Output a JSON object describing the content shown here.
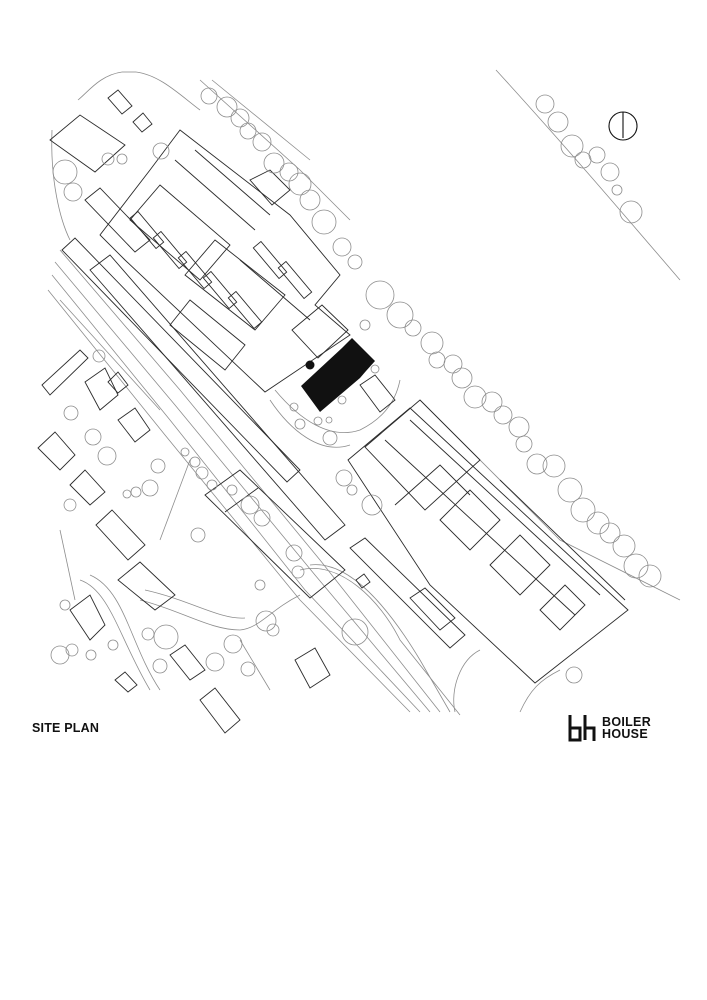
{
  "caption": "SITE PLAN",
  "brand": {
    "line1": "BOILER",
    "line2": "HOUSE",
    "logo_icon": "bh-monogram-icon"
  },
  "colors": {
    "line": "#8a8a8a",
    "building_line": "#2b2b2b",
    "highlight_fill": "#111111",
    "background": "#ffffff"
  },
  "north_arrow": {
    "icon": "north-arrow-icon"
  }
}
